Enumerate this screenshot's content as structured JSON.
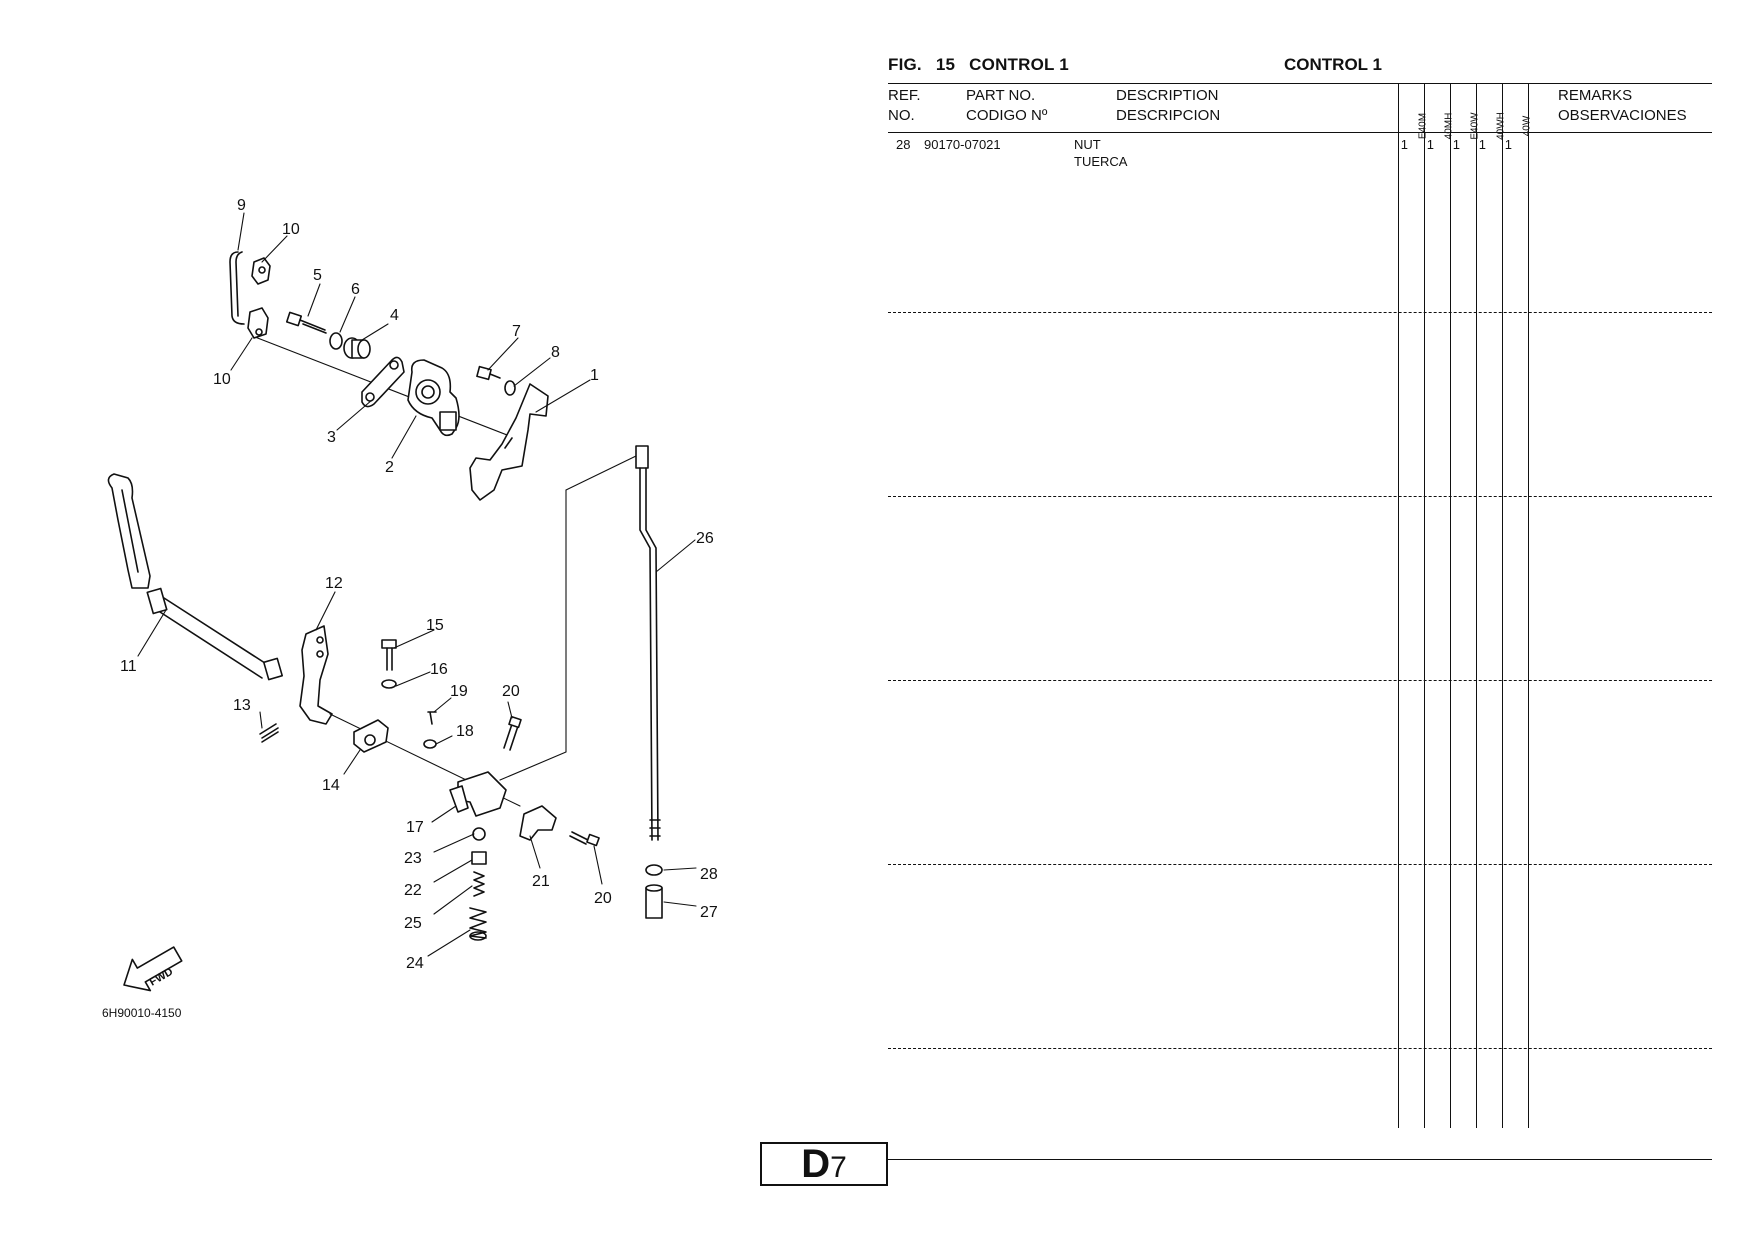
{
  "header": {
    "fig_label": "FIG.",
    "fig_number": "15",
    "fig_title": "CONTROL 1",
    "fig_title_es": "CONTROL 1"
  },
  "columns": {
    "ref": "REF.",
    "ref_es": "NO.",
    "part_no": "PART NO.",
    "part_no_es": "CODIGO Nº",
    "description": "DESCRIPTION",
    "description_es": "DESCRIPCION",
    "remarks": "REMARKS",
    "remarks_es": "OBSERVACIONES",
    "models": [
      "E40M",
      "40MH",
      "E40W",
      "40WH",
      "40W"
    ]
  },
  "rows": [
    {
      "ref": "28",
      "part_no": "90170-07021",
      "description": "NUT",
      "description_es": "TUERCA",
      "qty": [
        "1",
        "1",
        "1",
        "1",
        "1"
      ],
      "remarks": ""
    }
  ],
  "diagram": {
    "callouts": [
      "1",
      "2",
      "3",
      "4",
      "5",
      "6",
      "7",
      "8",
      "9",
      "10",
      "10",
      "11",
      "12",
      "13",
      "14",
      "15",
      "16",
      "17",
      "18",
      "19",
      "20",
      "20",
      "21",
      "22",
      "23",
      "24",
      "25",
      "26",
      "27",
      "28"
    ],
    "fwd_label": "FWD",
    "drawing_code": "6H90010-4150"
  },
  "footer": {
    "section_letter": "D",
    "section_number": "7"
  }
}
